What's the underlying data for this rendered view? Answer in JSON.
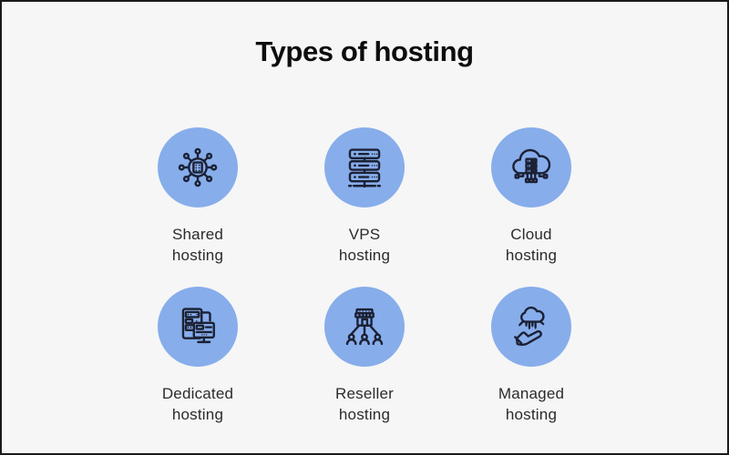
{
  "title": "Types of hosting",
  "colors": {
    "background": "#f6f6f6",
    "circle": "#87ADEB",
    "icon_stroke": "#1B2134",
    "label_text": "#2B2B2B",
    "title_text": "#0D0D0D",
    "frame_border": "#1A1A1A"
  },
  "cards": [
    {
      "icon": "shared-hosting-icon",
      "line1": "Shared",
      "line2": "hosting"
    },
    {
      "icon": "vps-hosting-icon",
      "line1": "VPS",
      "line2": "hosting"
    },
    {
      "icon": "cloud-hosting-icon",
      "line1": "Cloud",
      "line2": "hosting"
    },
    {
      "icon": "dedicated-hosting-icon",
      "line1": "Dedicated",
      "line2": "hosting"
    },
    {
      "icon": "reseller-hosting-icon",
      "line1": "Reseller",
      "line2": "hosting"
    },
    {
      "icon": "managed-hosting-icon",
      "line1": "Managed",
      "line2": "hosting"
    }
  ]
}
